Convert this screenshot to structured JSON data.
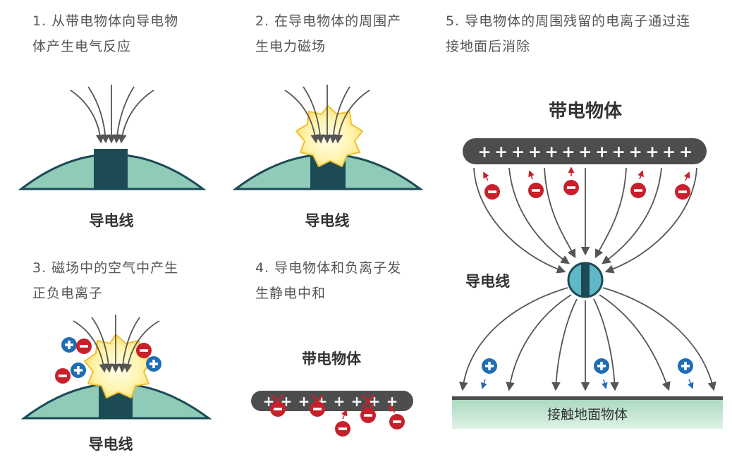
{
  "steps": {
    "s1": {
      "line1": "1. 从带电物体向导电物",
      "line2": "体产生电气反应"
    },
    "s2": {
      "line1": "2. 在导电物体的周围产",
      "line2": "生电力磁场"
    },
    "s3": {
      "line1": "3. 磁场中的空气中产生",
      "line2": "正负电离子"
    },
    "s4": {
      "line1": "4. 导电物体和负离子发",
      "line2": "生静电中和"
    },
    "s5": {
      "line1": "5. 导电物体的周围残留的电离子通过连",
      "line2": "接地面后消除"
    }
  },
  "labels": {
    "conductor": "导电线",
    "charged_object": "带电物体",
    "ground": "接触地面物体"
  },
  "symbols": {
    "plus": "+",
    "minus": "−"
  },
  "colors": {
    "dark_teal": "#1c4a55",
    "light_teal": "#8fcbb7",
    "dark_bar": "#4d4d4d",
    "red_ion": "#c8202b",
    "blue_ion": "#1f6db5",
    "burst_yellow": "#fdeb82",
    "arrow_gray": "#555555"
  }
}
